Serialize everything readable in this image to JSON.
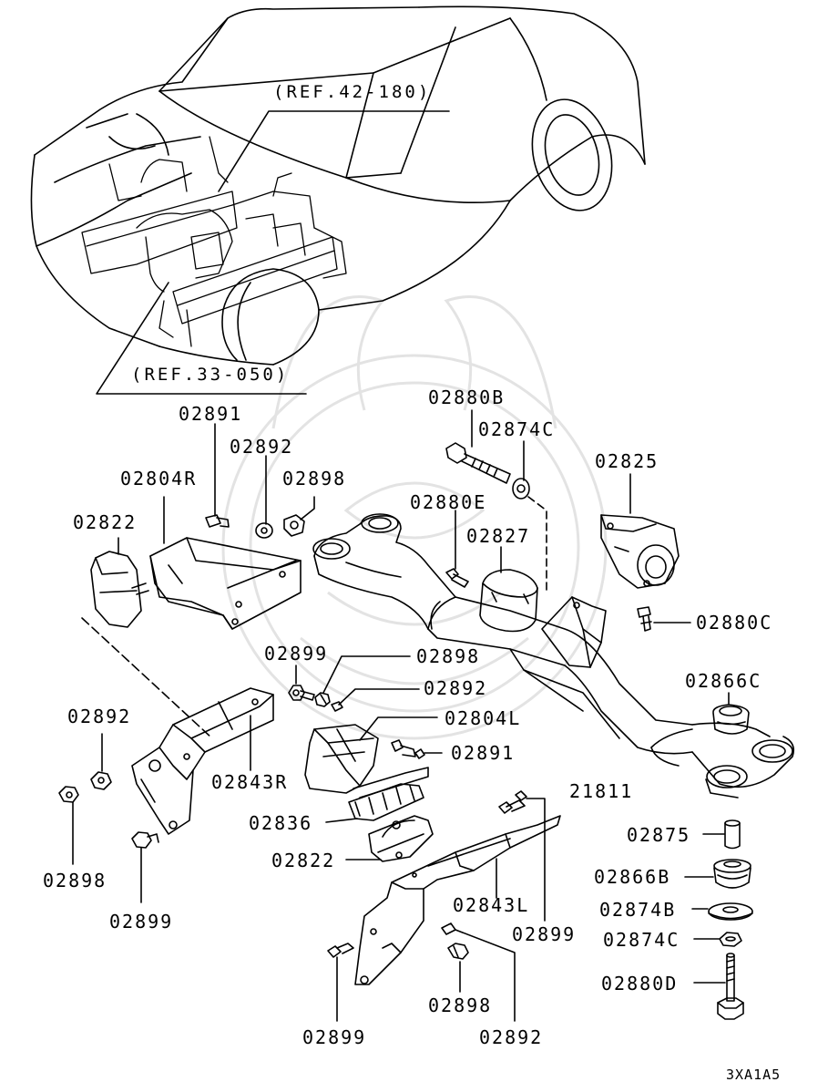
{
  "diagram": {
    "references": [
      {
        "id": "ref_42",
        "text": "(REF.42-180)"
      },
      {
        "id": "ref_33",
        "text": "(REF.33-050)"
      }
    ],
    "part_labels": [
      {
        "id": "p_02891_top",
        "text": "02891"
      },
      {
        "id": "p_02892_top",
        "text": "02892"
      },
      {
        "id": "p_02804R",
        "text": "02804R"
      },
      {
        "id": "p_02898_top",
        "text": "02898"
      },
      {
        "id": "p_02822_left",
        "text": "02822"
      },
      {
        "id": "p_02880B",
        "text": "02880B"
      },
      {
        "id": "p_02874C_top",
        "text": "02874C"
      },
      {
        "id": "p_02880E",
        "text": "02880E"
      },
      {
        "id": "p_02827",
        "text": "02827"
      },
      {
        "id": "p_02825",
        "text": "02825"
      },
      {
        "id": "p_02880C",
        "text": "02880C"
      },
      {
        "id": "p_02866C",
        "text": "02866C"
      },
      {
        "id": "p_02899_mid",
        "text": "02899"
      },
      {
        "id": "p_02898_mid",
        "text": "02898"
      },
      {
        "id": "p_02892_mid",
        "text": "02892"
      },
      {
        "id": "p_02804L",
        "text": "02804L"
      },
      {
        "id": "p_02891_mid",
        "text": "02891"
      },
      {
        "id": "p_02892_left",
        "text": "02892"
      },
      {
        "id": "p_02843R",
        "text": "02843R"
      },
      {
        "id": "p_21811",
        "text": "21811"
      },
      {
        "id": "p_02836",
        "text": "02836"
      },
      {
        "id": "p_02822_mid",
        "text": "02822"
      },
      {
        "id": "p_02875",
        "text": "02875"
      },
      {
        "id": "p_02866B",
        "text": "02866B"
      },
      {
        "id": "p_02874B",
        "text": "02874B"
      },
      {
        "id": "p_02874C_bot",
        "text": "02874C"
      },
      {
        "id": "p_02880D",
        "text": "02880D"
      },
      {
        "id": "p_02843L",
        "text": "02843L"
      },
      {
        "id": "p_02899_right",
        "text": "02899"
      },
      {
        "id": "p_02898_left",
        "text": "02898"
      },
      {
        "id": "p_02899_left",
        "text": "02899"
      },
      {
        "id": "p_02898_bot",
        "text": "02898"
      },
      {
        "id": "p_02899_bot",
        "text": "02899"
      },
      {
        "id": "p_02892_bot",
        "text": "02892"
      }
    ],
    "figure_code": "3XA1A5",
    "colors": {
      "line": "#000000",
      "background": "#ffffff",
      "watermark": "#e3e3e3"
    }
  }
}
